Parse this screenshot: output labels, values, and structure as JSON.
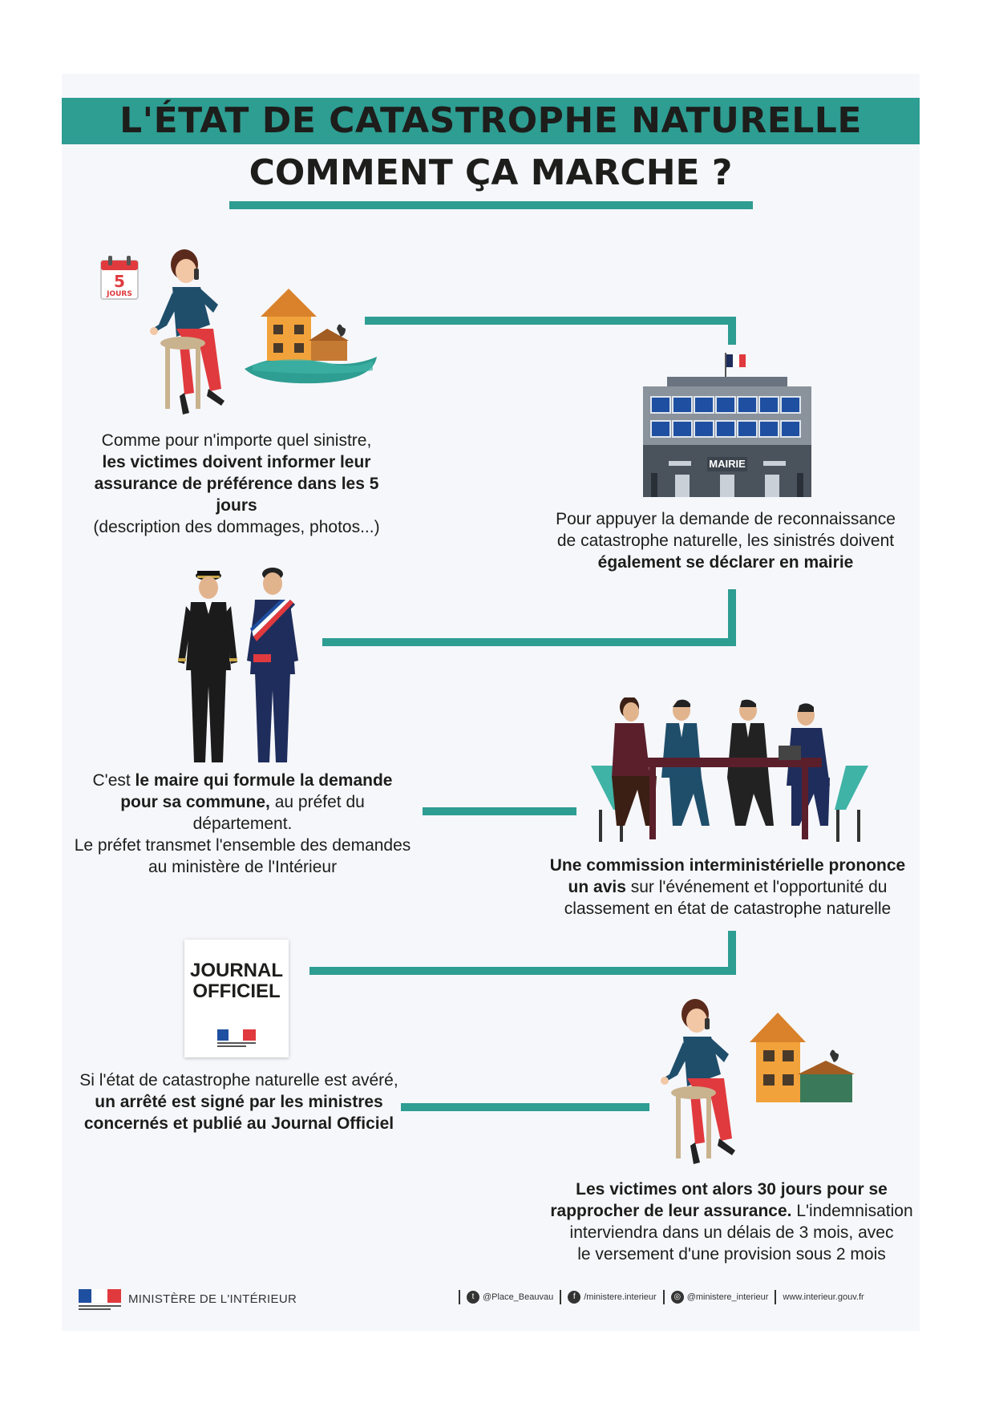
{
  "title": {
    "line1": "L'ÉTAT DE CATASTROPHE NATURELLE",
    "line2": "COMMENT ÇA MARCHE ?"
  },
  "steps": {
    "s1": {
      "badge_number": "5",
      "badge_unit": "JOURS",
      "t1": "Comme pour n'importe quel sinistre,",
      "t2": "les victimes doivent informer leur",
      "t3": "assurance de préférence dans les 5 jours",
      "t4": "(description des dommages, photos...)"
    },
    "s2": {
      "sign": "MAIRIE",
      "t1": "Pour appuyer la demande de reconnaissance",
      "t2": "de catastrophe naturelle, les sinistrés doivent",
      "t3": "également se déclarer en mairie"
    },
    "s3": {
      "t1a": "C'est ",
      "t1b": "le maire qui formule la demande",
      "t2a": "pour sa commune,",
      "t2b": " au préfet du département.",
      "t3": "Le préfet transmet l'ensemble des demandes",
      "t4": "au ministère de l'Intérieur"
    },
    "s4": {
      "t1": "Une commission interministérielle prononce",
      "t2a": "un avis",
      "t2b": " sur l'événement et l'opportunité du",
      "t3": "classement en état de catastrophe naturelle"
    },
    "s5": {
      "card_l1": "JOURNAL",
      "card_l2": "OFFICIEL",
      "t1": "Si l'état de catastrophe naturelle est avéré,",
      "t2": "un arrêté est signé par les ministres",
      "t3": "concernés et publié au Journal Officiel"
    },
    "s6": {
      "t1": "Les victimes ont alors 30 jours pour se",
      "t2a": "rapprocher de leur assurance.",
      "t2b": " L'indemnisation",
      "t3": "interviendra dans un délais de 3 mois, avec",
      "t4": "le versement d'une provision sous 2 mois"
    }
  },
  "footer": {
    "ministry": "MINISTÈRE DE L'INTÉRIEUR",
    "twitter": "@Place_Beauvau",
    "facebook": "/ministere.interieur",
    "instagram": "@ministere_interieur",
    "website": "www.interieur.gouv.fr"
  },
  "colors": {
    "teal": "#2e9d92",
    "navy": "#1f2d5c",
    "red": "#e03a3e",
    "text": "#1d1d1b"
  }
}
